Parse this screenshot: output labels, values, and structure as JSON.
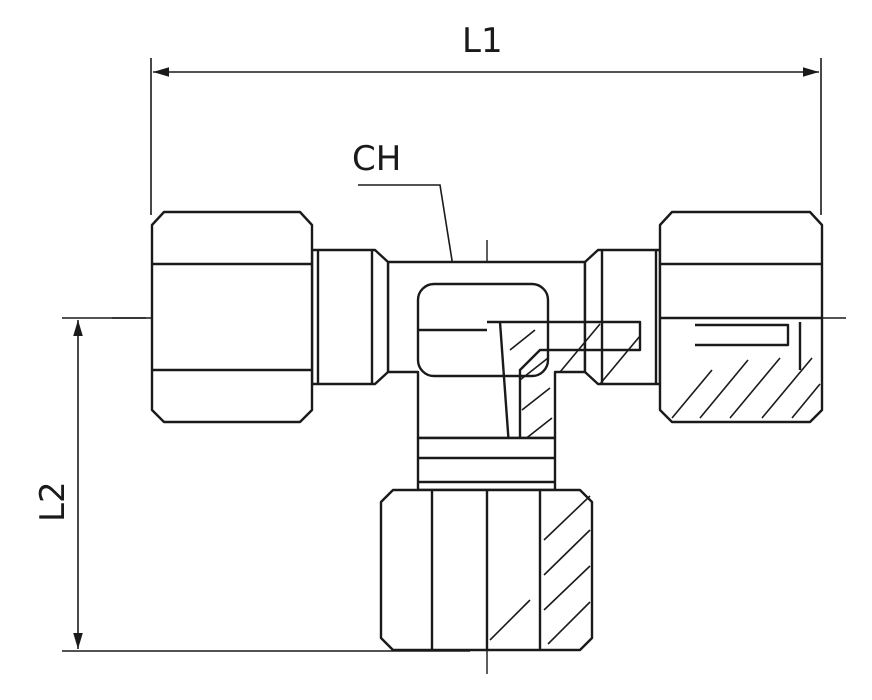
{
  "labels": {
    "l1": "L1",
    "l2": "L2",
    "ch": "CH"
  }
}
